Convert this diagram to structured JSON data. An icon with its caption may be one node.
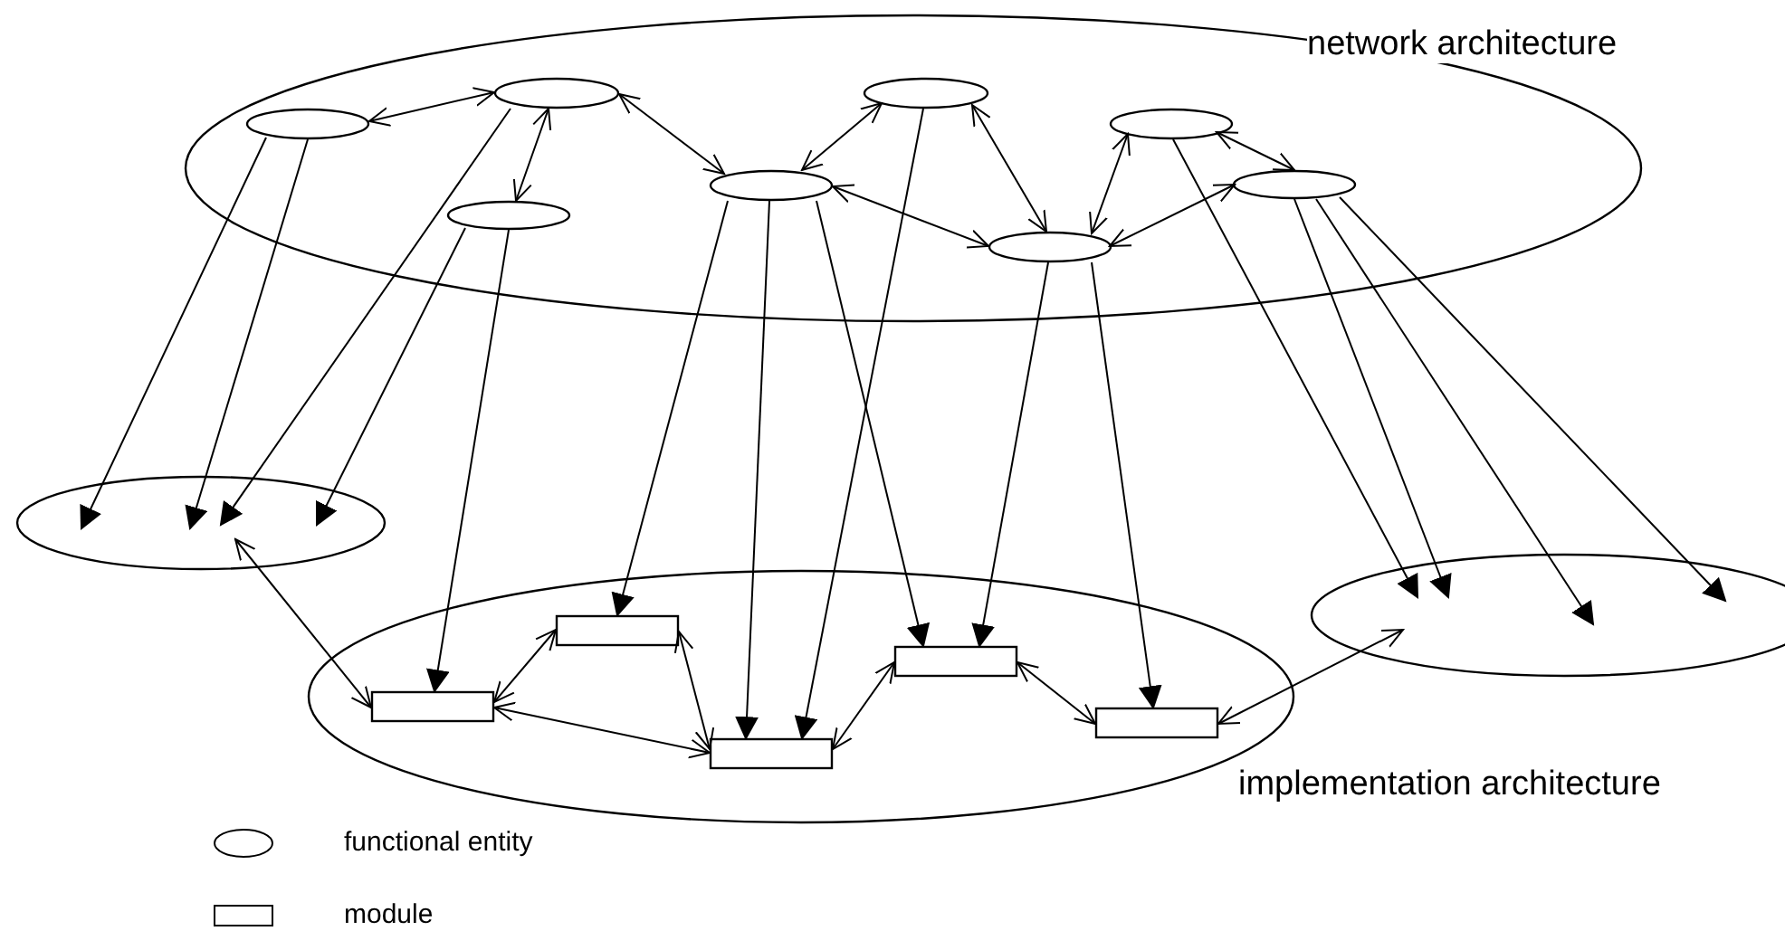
{
  "diagram": {
    "nodes": [
      {
        "text": [
          "network architecture"
        ]
      },
      {
        "text": [],
        "shape": "ellipse",
        "in": 0
      },
      {
        "text": [],
        "shape": "ellipse",
        "in": 0
      },
      {
        "text": [],
        "shape": "ellipse",
        "in": 0
      },
      {
        "text": [],
        "shape": "ellipse",
        "in": 0
      },
      {
        "text": [],
        "shape": "ellipse",
        "in": 0
      },
      {
        "text": [],
        "shape": "ellipse",
        "in": 0
      },
      {
        "text": [],
        "shape": "ellipse",
        "in": 0
      },
      {
        "text": [],
        "shape": "ellipse",
        "in": 0
      },
      {
        "text": [],
        "shape": "ellipse"
      },
      {
        "text": [
          "implementation architecture"
        ]
      },
      {
        "text": [],
        "shape": "box",
        "in": 10
      },
      {
        "text": [],
        "shape": "box",
        "in": 10
      },
      {
        "text": [],
        "shape": "box",
        "in": 10
      },
      {
        "text": [],
        "shape": "box",
        "in": 10
      },
      {
        "text": [],
        "shape": "box",
        "in": 10
      },
      {
        "text": [],
        "shape": "ellipse"
      }
    ],
    "edges": [
      {
        "from": 1,
        "to": 2,
        "arrow": "both"
      },
      {
        "from": 2,
        "to": 3,
        "arrow": "both"
      },
      {
        "from": 2,
        "to": 4,
        "arrow": "both"
      },
      {
        "from": 4,
        "to": 5,
        "arrow": "both"
      },
      {
        "from": 4,
        "to": 7,
        "arrow": "both"
      },
      {
        "from": 5,
        "to": 7,
        "arrow": "both"
      },
      {
        "from": 6,
        "to": 7,
        "arrow": "both"
      },
      {
        "from": 6,
        "to": 8,
        "arrow": "both"
      },
      {
        "from": 7,
        "to": 8,
        "arrow": "both"
      },
      {
        "from": 1,
        "to": 9,
        "arrow": "to"
      },
      {
        "from": 1,
        "to": 9,
        "arrow": "to"
      },
      {
        "from": 2,
        "to": 9,
        "arrow": "to"
      },
      {
        "from": 3,
        "to": 9,
        "arrow": "to"
      },
      {
        "from": 3,
        "to": 11,
        "arrow": "to"
      },
      {
        "from": 4,
        "to": 12,
        "arrow": "to"
      },
      {
        "from": 4,
        "to": 13,
        "arrow": "to"
      },
      {
        "from": 4,
        "to": 14,
        "arrow": "to"
      },
      {
        "from": 5,
        "to": 13,
        "arrow": "to"
      },
      {
        "from": 7,
        "to": 14,
        "arrow": "to"
      },
      {
        "from": 7,
        "to": 15,
        "arrow": "to"
      },
      {
        "from": 6,
        "to": 16,
        "arrow": "to"
      },
      {
        "from": 8,
        "to": 16,
        "arrow": "to"
      },
      {
        "from": 8,
        "to": 16,
        "arrow": "to"
      },
      {
        "from": 8,
        "to": 16,
        "arrow": "to"
      },
      {
        "from": 9,
        "to": 11,
        "arrow": "both"
      },
      {
        "from": 11,
        "to": 12,
        "arrow": "both"
      },
      {
        "from": 11,
        "to": 13,
        "arrow": "both"
      },
      {
        "from": 12,
        "to": 13,
        "arrow": "both"
      },
      {
        "from": 13,
        "to": 14,
        "arrow": "both"
      },
      {
        "from": 14,
        "to": 15,
        "arrow": "both"
      },
      {
        "from": 15,
        "to": 16,
        "arrow": "both"
      }
    ],
    "legend": [
      {
        "text": "functional entity"
      },
      {
        "text": "module"
      }
    ]
  }
}
